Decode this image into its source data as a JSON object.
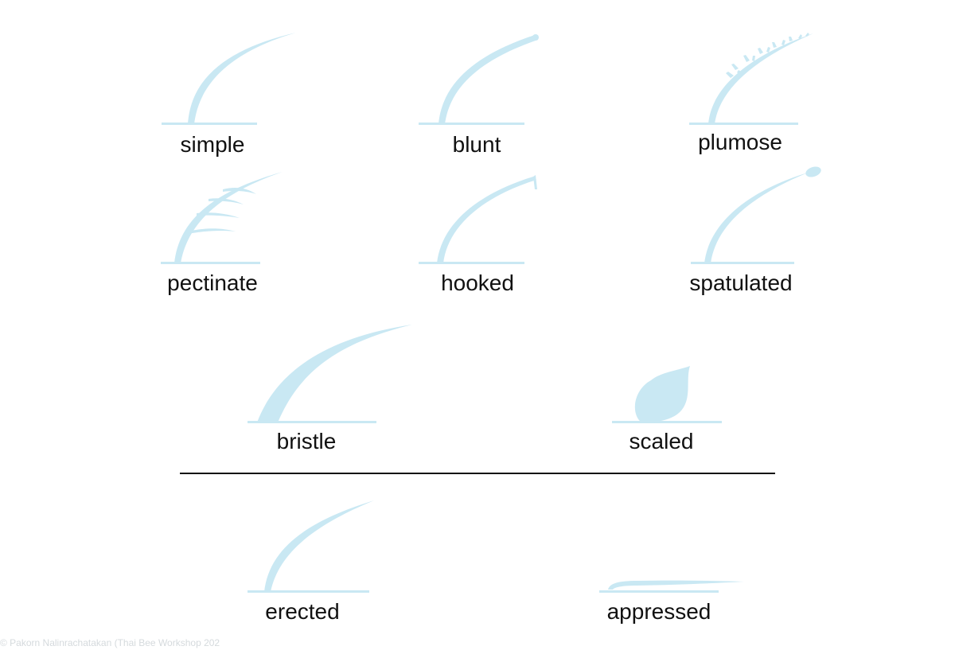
{
  "hair_color": "#c9e8f3",
  "divider_color": "#111111",
  "types": {
    "simple": "simple",
    "blunt": "blunt",
    "plumose": "plumose",
    "pectinate": "pectinate",
    "hooked": "hooked",
    "spatulated": "spatulated",
    "bristle": "bristle",
    "scaled": "scaled"
  },
  "orientation": {
    "erected": "erected",
    "appressed": "appressed"
  },
  "watermark": "© Pakorn Nalinrachatakan (Thai Bee Workshop 202"
}
